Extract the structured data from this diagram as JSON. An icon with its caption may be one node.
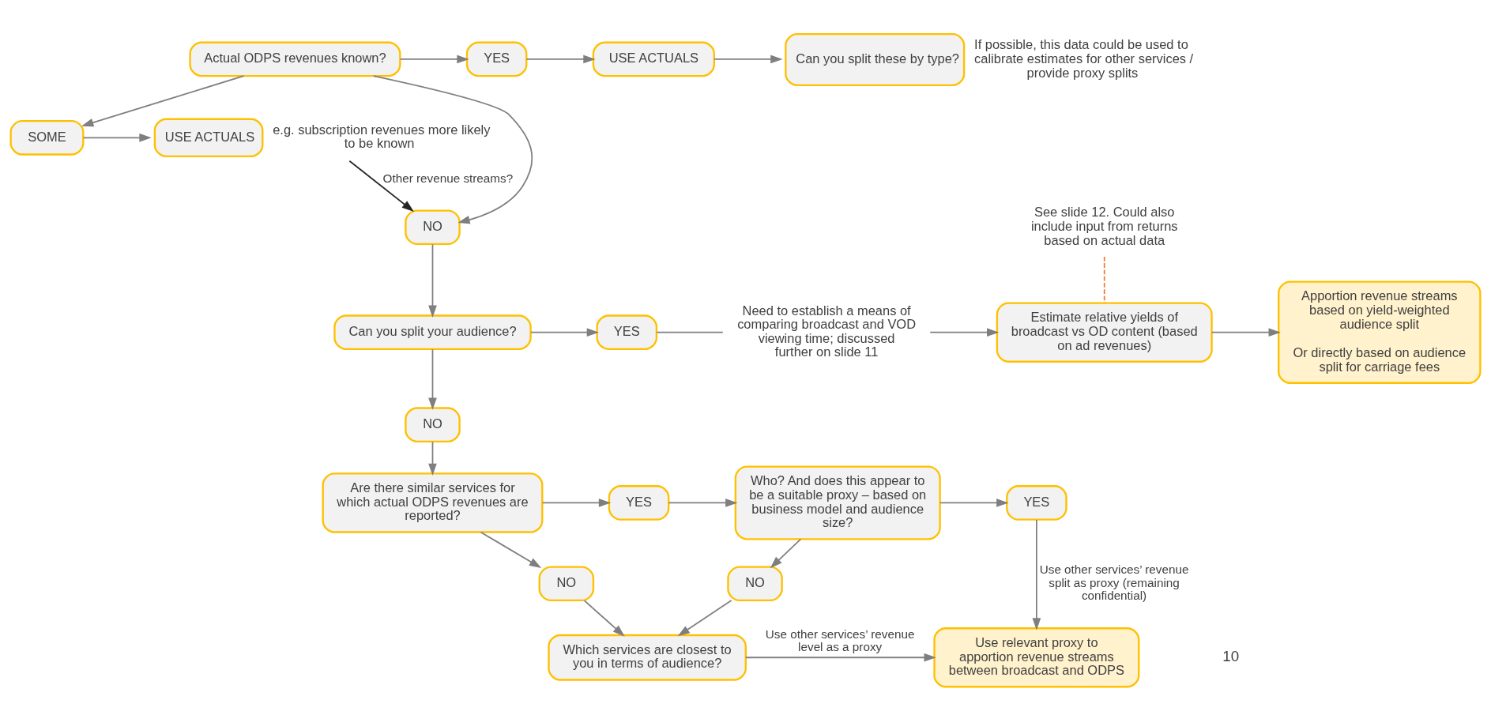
{
  "diagram": {
    "nodes": [
      {
        "text": [
          "Actual ODPS revenues known?"
        ]
      },
      {
        "text": [
          "YES"
        ]
      },
      {
        "text": [
          "USE ACTUALS"
        ]
      },
      {
        "text": [
          "Can you split these by type?"
        ],
        "beside": [
          "If possible, this data could be used to calibrate estimates for other services / provide proxy splits"
        ]
      },
      {
        "text": [
          "SOME"
        ]
      },
      {
        "text": [
          "USE ACTUALS"
        ],
        "beside": [
          "e.g. subscription revenues more likely to be known"
        ]
      },
      {
        "text": [
          "NO"
        ]
      },
      {
        "text": [
          "Can you split your audience?"
        ]
      },
      {
        "text": [
          "YES"
        ]
      },
      {
        "text": [
          "Need to establish a means of comparing broadcast and VOD viewing time; discussed further on slide 11"
        ]
      },
      {
        "text": [
          "Estimate relative yields of broadcast vs OD content (based on ad revenues)"
        ]
      },
      {
        "text": [
          "Apportion revenue streams based on yield-weighted audience split",
          "Or directly based on audience split for carriage fees"
        ]
      },
      {
        "text": [
          "See slide 12. Could also include input from returns based on actual data"
        ]
      },
      {
        "text": [
          "NO"
        ]
      },
      {
        "text": [
          "Are there similar services for which actual ODPS revenues are reported?"
        ]
      },
      {
        "text": [
          "YES"
        ]
      },
      {
        "text": [
          "Who? And does this appear to be a suitable proxy – based on business model and audience size?"
        ]
      },
      {
        "text": [
          "YES"
        ]
      },
      {
        "text": [
          "NO"
        ]
      },
      {
        "text": [
          "NO"
        ]
      },
      {
        "text": [
          "Which services are closest to you in terms of audience?"
        ]
      },
      {
        "text": [
          "Use relevant proxy to apportion revenue streams between broadcast and ODPS"
        ]
      }
    ],
    "edges": [
      {
        "from": 0,
        "to": 1,
        "arrow": "to"
      },
      {
        "from": 1,
        "to": 2,
        "arrow": "to"
      },
      {
        "from": 2,
        "to": 3,
        "arrow": "to"
      },
      {
        "from": 0,
        "to": 4,
        "arrow": "to"
      },
      {
        "from": 4,
        "to": 5,
        "arrow": "to"
      },
      {
        "from": 0,
        "to": 6,
        "arrow": "to"
      },
      {
        "from": 5,
        "to": 6,
        "arrow": "to",
        "label": "Other revenue streams?",
        "color": "#262626"
      },
      {
        "from": 6,
        "to": 7,
        "arrow": "to"
      },
      {
        "from": 7,
        "to": 8,
        "arrow": "to"
      },
      {
        "from": 8,
        "to": 9,
        "arrow": "none"
      },
      {
        "from": 9,
        "to": 10,
        "arrow": "to"
      },
      {
        "from": 10,
        "to": 11,
        "arrow": "to"
      },
      {
        "from": 12,
        "to": 10,
        "arrow": "none",
        "style": "dashed",
        "color": "#ed7d31"
      },
      {
        "from": 7,
        "to": 13,
        "arrow": "to"
      },
      {
        "from": 13,
        "to": 14,
        "arrow": "to"
      },
      {
        "from": 14,
        "to": 15,
        "arrow": "to"
      },
      {
        "from": 15,
        "to": 16,
        "arrow": "to"
      },
      {
        "from": 16,
        "to": 17,
        "arrow": "to"
      },
      {
        "from": 14,
        "to": 18,
        "arrow": "to"
      },
      {
        "from": 16,
        "to": 19,
        "arrow": "to"
      },
      {
        "from": 18,
        "to": 20,
        "arrow": "to"
      },
      {
        "from": 19,
        "to": 20,
        "arrow": "to"
      },
      {
        "from": 17,
        "to": 21,
        "arrow": "to",
        "label": "Use other services’ revenue split as proxy (remaining confidential)"
      },
      {
        "from": 20,
        "to": 21,
        "arrow": "to",
        "label": "Use other services’ revenue level as a proxy"
      }
    ],
    "labels": [
      "10"
    ]
  }
}
